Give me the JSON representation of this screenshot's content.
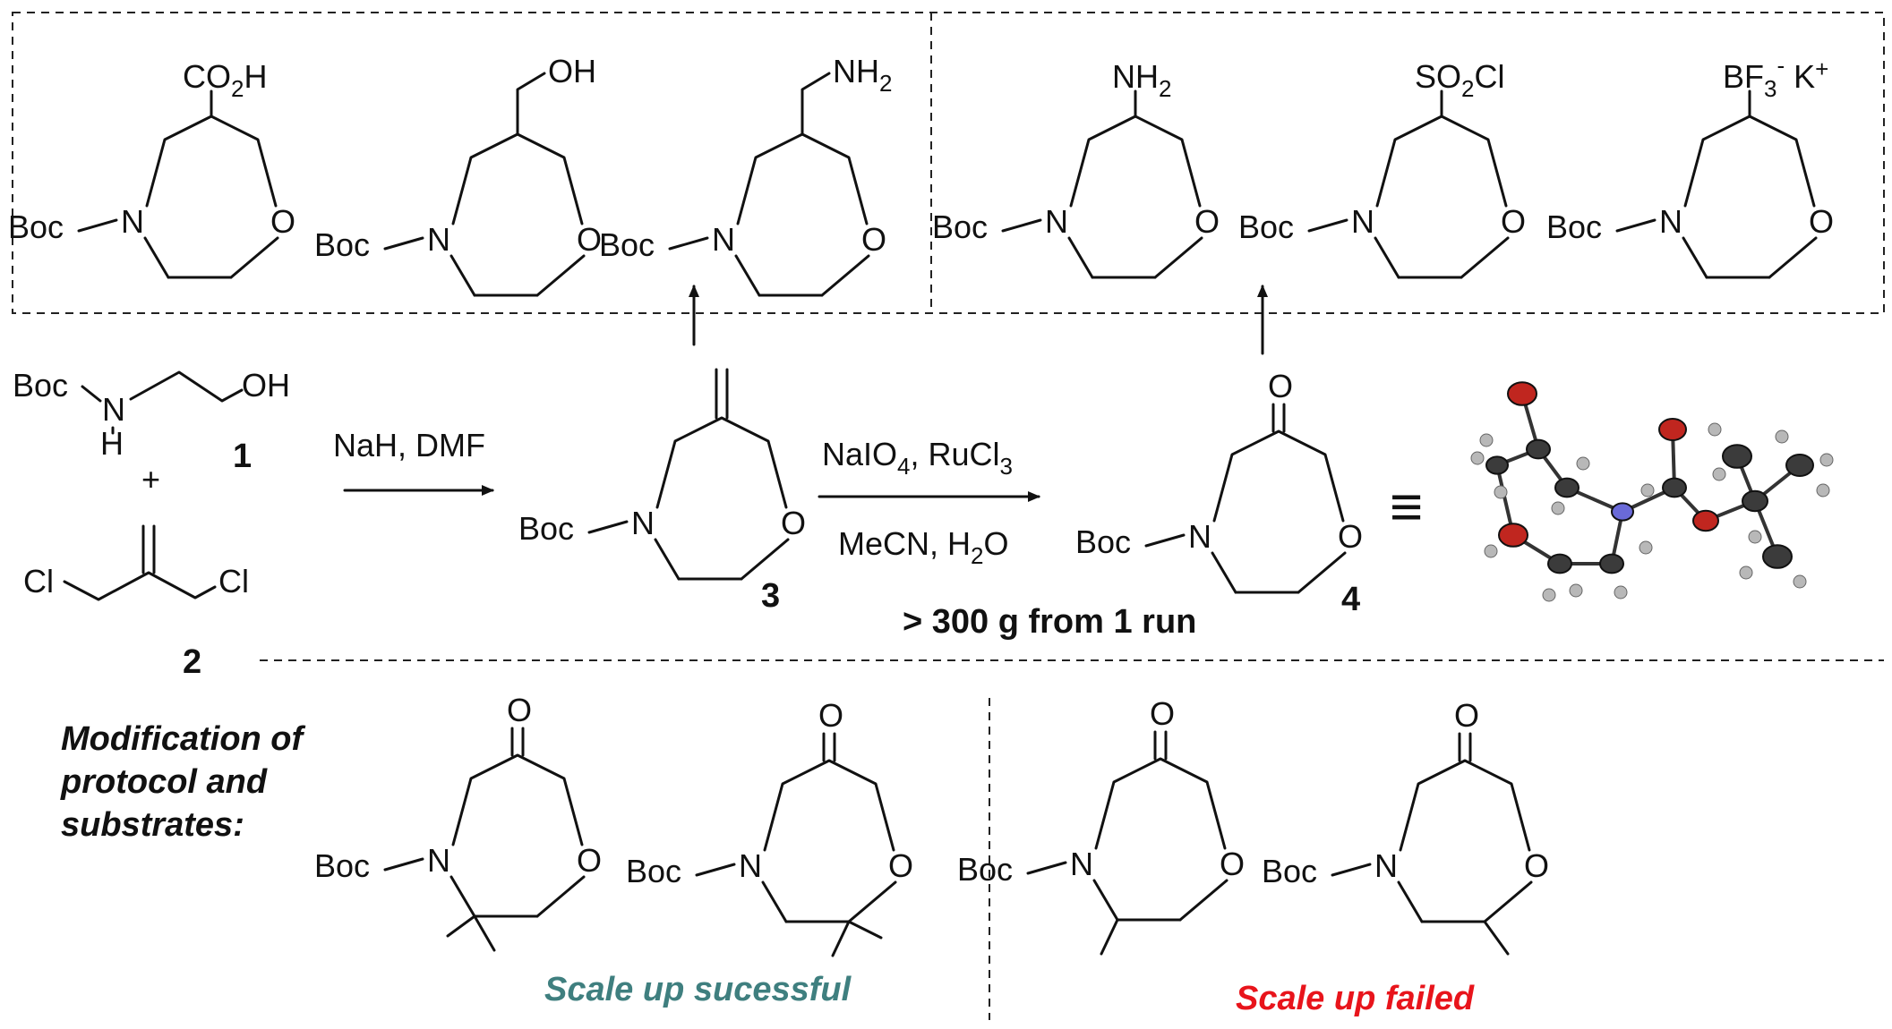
{
  "top_products": [
    {
      "substituent": "CO2H",
      "sub_main": "CO",
      "sub_index": "2",
      "sub_tail": "H"
    },
    {
      "substituent": "CH2OH",
      "sub_main": "OH"
    },
    {
      "substituent": "CH2NH2",
      "sub_main": "NH",
      "sub_index": "2"
    },
    {
      "substituent": "NH2",
      "sub_main": "NH",
      "sub_index": "2"
    },
    {
      "substituent": "SO2Cl",
      "sub_main": "SO",
      "sub_index": "2",
      "sub_tail": "Cl"
    },
    {
      "substituent": "BF3- K+",
      "sub_main": "BF",
      "sub_index": "3",
      "sub_charge": "-",
      "sub_tail": " K",
      "sub_tail_charge": "+"
    }
  ],
  "atoms": {
    "boc": "Boc",
    "n": "N",
    "o": "O",
    "h": "H",
    "oh": "OH",
    "cl": "Cl",
    "plus": "+"
  },
  "compound_labels": {
    "c1": "1",
    "c2": "2",
    "c3": "3",
    "c4": "4"
  },
  "step1": {
    "reagents": "NaH, DMF"
  },
  "step2": {
    "reagent_line1_a": "NaIO",
    "reagent_line1_sub": "4",
    "reagent_line1_b": ", RuCl",
    "reagent_line1_sub2": "3",
    "reagent_line2_a": "MeCN, H",
    "reagent_line2_sub": "2",
    "reagent_line2_b": "O"
  },
  "yield_note": "> 300 g from 1 run",
  "equiv_symbol": "≡",
  "modification": {
    "line1": "Modification of",
    "line2": "protocol and",
    "line3": "substrates:"
  },
  "outcomes": {
    "success": "Scale up sucessful",
    "failed": "Scale up failed"
  },
  "colors": {
    "success": "#3f7f7f",
    "failed": "#e8141b",
    "crystal_o": "#c0261f",
    "crystal_n": "#6a6ad8",
    "crystal_c": "#3b3b3b",
    "crystal_h": "#b8b8b8"
  }
}
